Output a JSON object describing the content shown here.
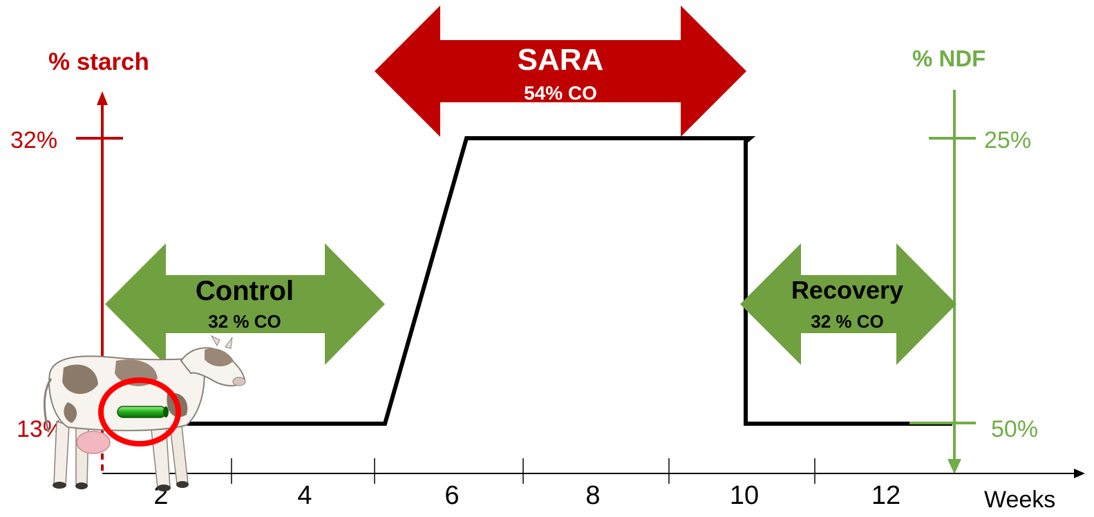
{
  "colors": {
    "red": "#c00000",
    "green": "#70ad47",
    "arrow_green": "#70a040",
    "black": "#000000",
    "axis_gray": "#000000"
  },
  "left_axis": {
    "title": "% starch",
    "top_value": "32%",
    "bottom_value": "13%"
  },
  "right_axis": {
    "title": "% NDF",
    "top_value": "25%",
    "bottom_value": "50%"
  },
  "x_axis": {
    "ticks": [
      "2",
      "4",
      "6",
      "8",
      "10",
      "12"
    ],
    "label": "Weeks"
  },
  "phases": {
    "sara": {
      "title": "SARA",
      "subtitle": "54% CO"
    },
    "control": {
      "title": "Control",
      "subtitle": "32 % CO"
    },
    "recovery": {
      "title": "Recovery",
      "subtitle": "32 % CO"
    }
  },
  "icons": {
    "cow": "cow-icon",
    "cannula": "rumen-cannula-icon"
  }
}
